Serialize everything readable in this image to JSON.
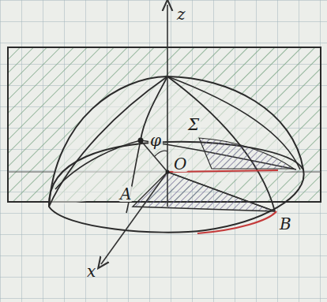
{
  "diagram": {
    "labels": [
      "z",
      "Σ",
      "φ",
      "O",
      "A",
      "B",
      "x"
    ]
  }
}
